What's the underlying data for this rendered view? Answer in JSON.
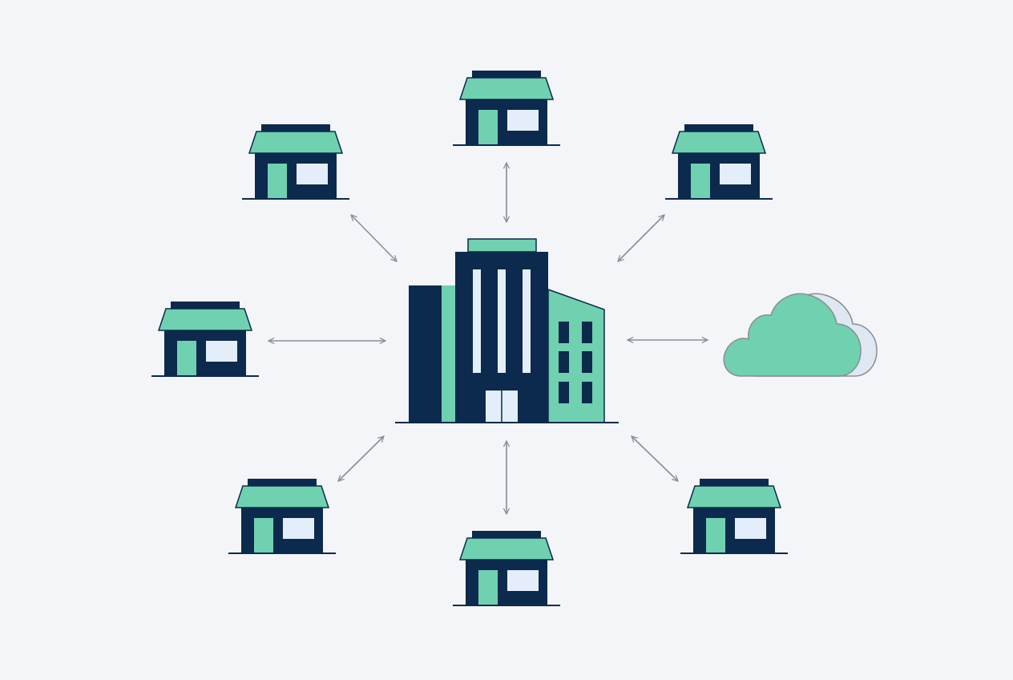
{
  "diagram": {
    "center": {
      "kind": "headquarters-building"
    },
    "nodes": [
      {
        "kind": "store",
        "id": "store-top"
      },
      {
        "kind": "store",
        "id": "store-upper-left"
      },
      {
        "kind": "store",
        "id": "store-upper-right"
      },
      {
        "kind": "store",
        "id": "store-left"
      },
      {
        "kind": "cloud",
        "id": "cloud-right"
      },
      {
        "kind": "store",
        "id": "store-lower-left"
      },
      {
        "kind": "store",
        "id": "store-bottom"
      },
      {
        "kind": "store",
        "id": "store-lower-right"
      }
    ],
    "connections": "bidirectional"
  },
  "colors": {
    "background": "#f3f5f9",
    "navy": "#0c2a4d",
    "green": "#6fd1b0",
    "window": "#e3eefa",
    "arrow": "#8a8d92",
    "cloud_back": "#dde8f2"
  }
}
